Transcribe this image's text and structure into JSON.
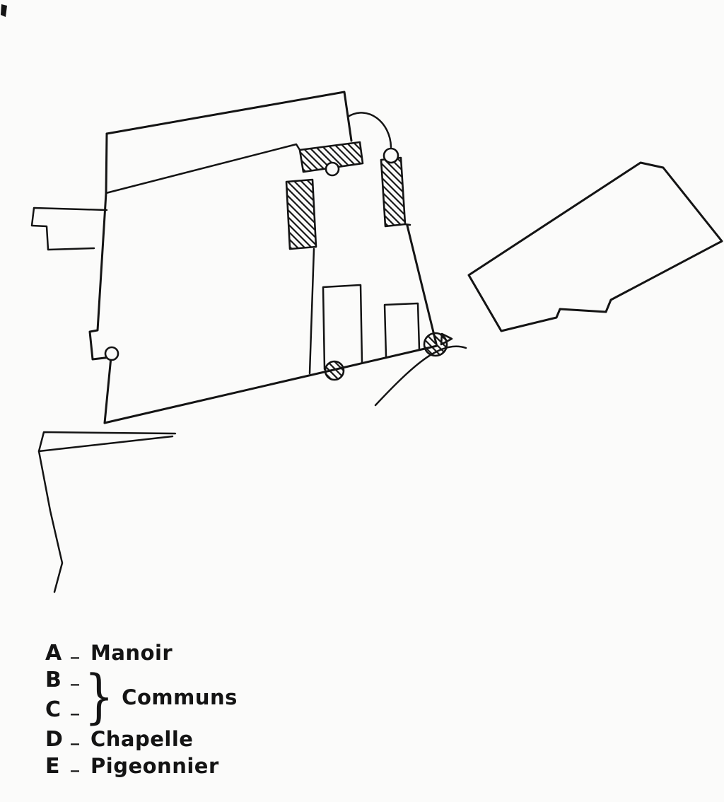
{
  "colors": {
    "ink": "#141414",
    "paper": "#fbfbfa"
  },
  "plan": {
    "description": "hand-drawn site plan of a manor estate",
    "features": [
      "manoir-building",
      "gate-extension",
      "hatched-walls",
      "turrets",
      "east-building",
      "roads"
    ]
  },
  "legend": {
    "brace": "}",
    "communs_label": "Communs",
    "rows": [
      {
        "key": "A",
        "dash": "_",
        "label": "Manoir"
      },
      {
        "key": "B",
        "dash": "_",
        "label": ""
      },
      {
        "key": "C",
        "dash": "_",
        "label": ""
      },
      {
        "key": "D",
        "dash": "_",
        "label": "Chapelle"
      },
      {
        "key": "E",
        "dash": "_",
        "label": "Pigeonnier"
      }
    ]
  }
}
